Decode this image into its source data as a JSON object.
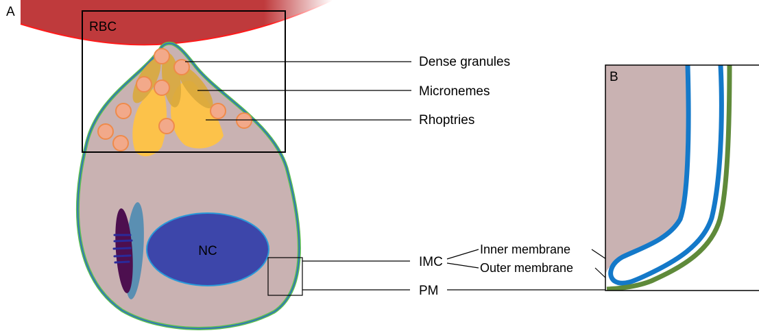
{
  "panels": {
    "a": {
      "letter": "A"
    },
    "b": {
      "letter": "B"
    }
  },
  "labels": {
    "rbc": "RBC",
    "nucleus": "NC",
    "dense_granules": "Dense granules",
    "micronemes": "Micronemes",
    "rhoptries": "Rhoptries",
    "imc": "IMC",
    "pm": "PM",
    "inner_membrane": "Inner membrane",
    "outer_membrane": "Outer membrane"
  },
  "colors": {
    "rbc_fill": "#bf3a3c",
    "rbc_edge": "#ff1a1a",
    "cytoplasm": "#c9b2b2",
    "plasma_membrane": "#5bbd54",
    "imc_membrane": "#2e6fc0",
    "imc_blue_zoom": "#1479c9",
    "pm_green_zoom": "#5f8a3a",
    "nucleus": "#3d46aa",
    "nucleus_edge": "#2a9ad8",
    "mitochondrion": "#4d0f4f",
    "apicoplast": "#5a8fb2",
    "rhoptry": "#fcc24a",
    "microneme": "#d9a93c",
    "dense_granule": "#f2a98a",
    "dense_granule_edge": "#ef8a4a"
  }
}
